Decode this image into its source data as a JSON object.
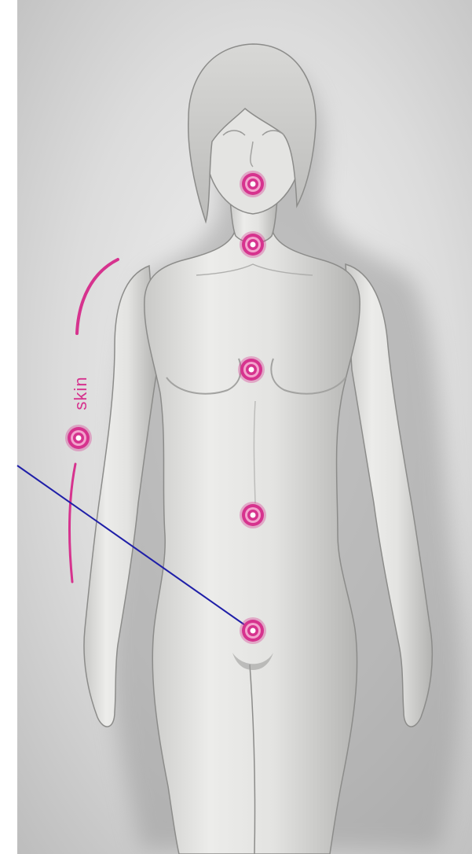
{
  "diagram": {
    "skin_label": "skin",
    "colors": {
      "background_light": "#f7f7f7",
      "background_dark": "#c8c8c8",
      "body_fill": "#e6e6e4",
      "body_shadow": "#b9b9b7",
      "outline": "#8c8c8a",
      "marker_pink": "#d6338e",
      "marker_inner": "#f3a3cd",
      "pointer_line": "#1f1fa8"
    },
    "markers": [
      {
        "name": "mouth-marker"
      },
      {
        "name": "throat-marker"
      },
      {
        "name": "chest-marker"
      },
      {
        "name": "navel-marker"
      },
      {
        "name": "pelvis-marker"
      },
      {
        "name": "skin-marker"
      }
    ]
  }
}
